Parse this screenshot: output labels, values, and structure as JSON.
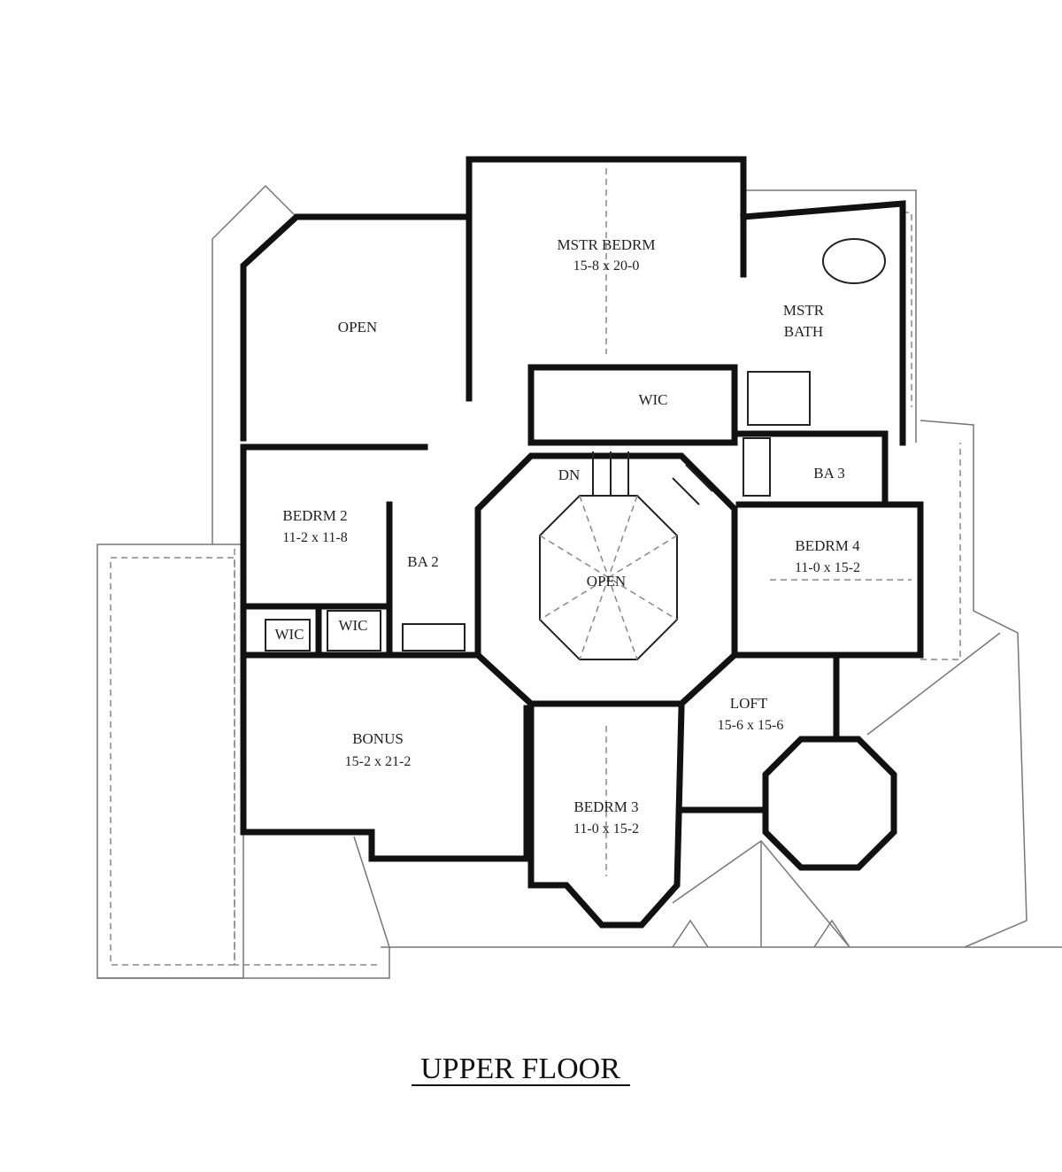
{
  "plan": {
    "title": "UPPER FLOOR",
    "rooms": {
      "mstr_bedrm": {
        "name": "MSTR BEDRM",
        "size": "15-8 x 20-0"
      },
      "open_left": {
        "name": "OPEN"
      },
      "mstr_bath_1": {
        "name": "MSTR"
      },
      "mstr_bath_2": {
        "name": "BATH"
      },
      "wic_master": {
        "name": "WIC"
      },
      "ba3": {
        "name": "BA 3"
      },
      "dn": {
        "name": "DN"
      },
      "bedrm2": {
        "name": "BEDRM 2",
        "size": "11-2 x 11-8"
      },
      "ba2": {
        "name": "BA 2"
      },
      "open_center": {
        "name": "OPEN"
      },
      "bedrm4": {
        "name": "BEDRM 4",
        "size": "11-0 x 15-2"
      },
      "wic_left": {
        "name": "WIC"
      },
      "wic_right": {
        "name": "WIC"
      },
      "bonus": {
        "name": "BONUS",
        "size": "15-2 x 21-2"
      },
      "loft": {
        "name": "LOFT",
        "size": "15-6 x 15-6"
      },
      "bedrm3": {
        "name": "BEDRM 3",
        "size": "11-0 x 15-2"
      }
    }
  }
}
